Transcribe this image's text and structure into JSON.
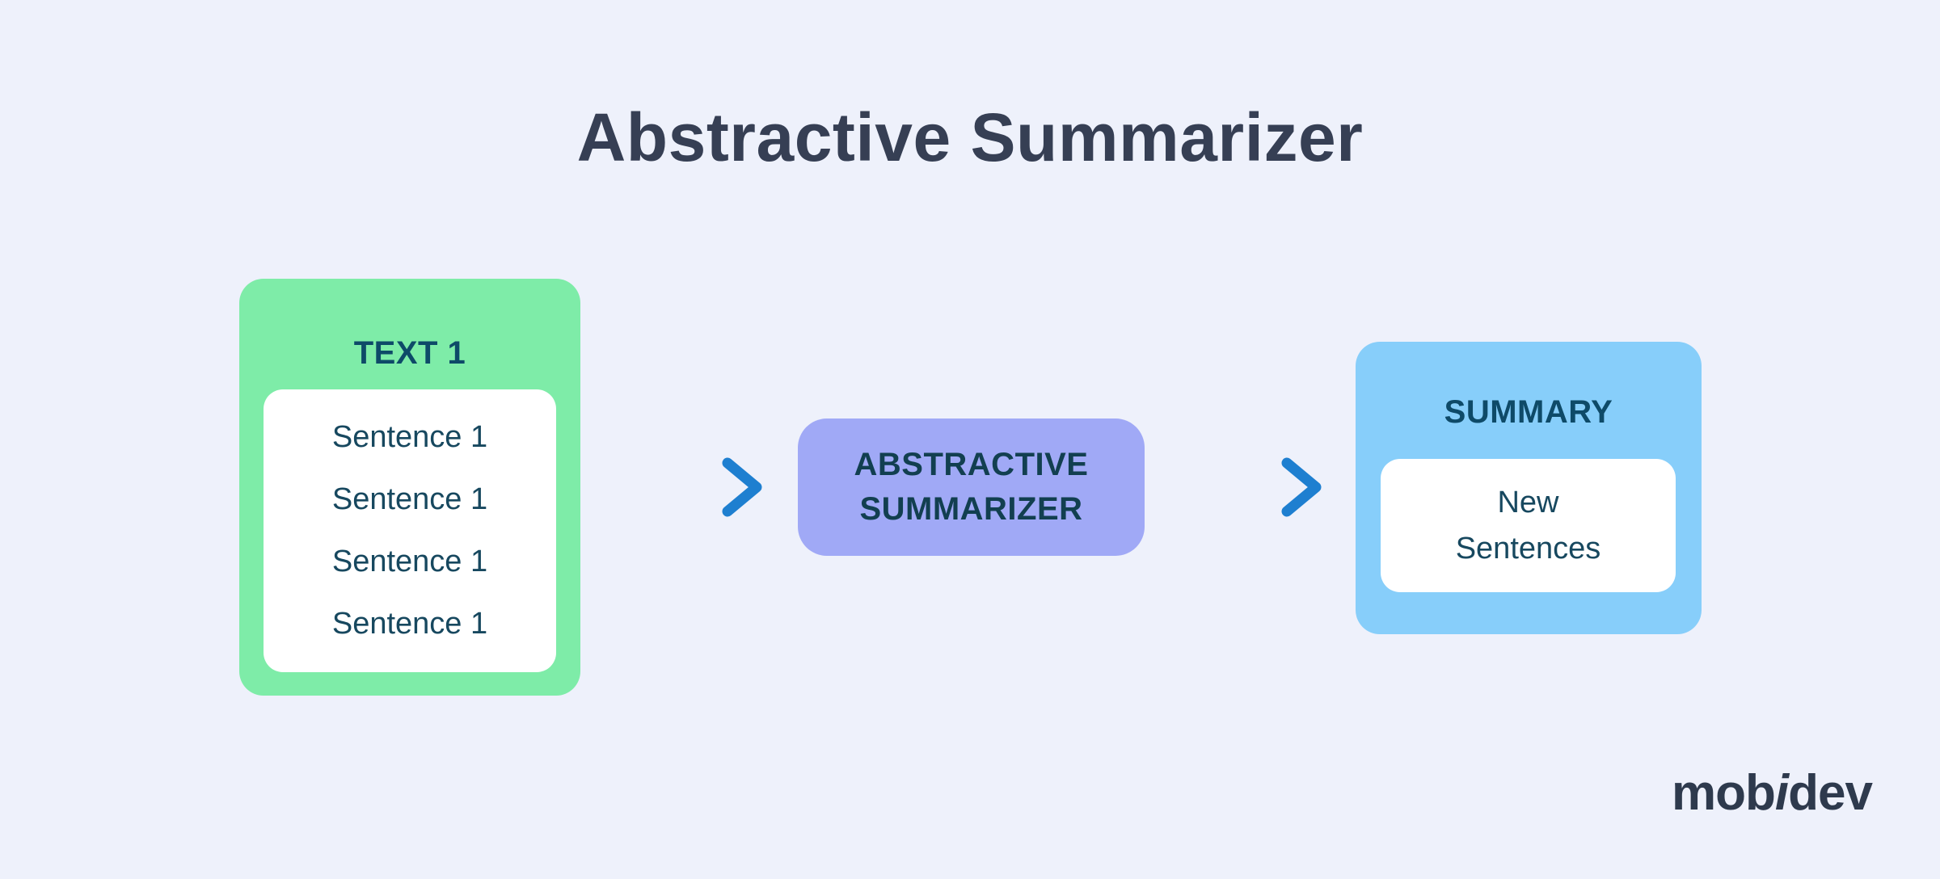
{
  "title": "Abstractive Summarizer",
  "flow": {
    "input": {
      "label": "TEXT 1",
      "items": [
        "Sentence 1",
        "Sentence 1",
        "Sentence 1",
        "Sentence 1"
      ]
    },
    "processor": {
      "label": "ABSTRACTIVE SUMMARIZER",
      "lines": [
        "ABSTRACTIVE",
        "SUMMARIZER"
      ]
    },
    "output": {
      "label": "SUMMARY",
      "text": "New Sentences",
      "lines": [
        "New",
        "Sentences"
      ]
    }
  },
  "logo": {
    "text": "mobidev",
    "prefix": "mob",
    "accent": "i",
    "suffix": "dev"
  },
  "colors": {
    "background": "#EEF1FB",
    "title_text": "#363F54",
    "input_node": "#7EECA8",
    "processor_node": "#A0A9F6",
    "output_node": "#87CEFA",
    "card": "#FFFFFF",
    "label_text": "#0E4A68",
    "body_text": "#17485F",
    "processor_text": "#123F50",
    "arrow": "#1E7FD0",
    "logo_text": "#2E3A4D"
  }
}
